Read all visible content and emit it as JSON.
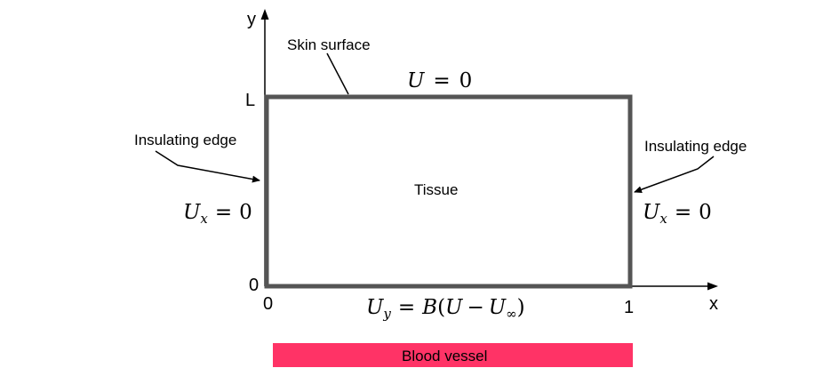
{
  "axes": {
    "x_label": "x",
    "y_label": "y",
    "x_tick_0": "0",
    "x_tick_1": "1",
    "y_tick_0": "0",
    "y_tick_L": "L"
  },
  "region_label": "Tissue",
  "annotations": {
    "skin_surface": "Skin surface",
    "insulating_left": "Insulating edge",
    "insulating_right": "Insulating edge"
  },
  "boundary_conditions": {
    "top": {
      "lhs": "U",
      "rhs": "0"
    },
    "left": {
      "var": "U",
      "sub": "x",
      "rhs": "0"
    },
    "right": {
      "var": "U",
      "sub": "x",
      "rhs": "0"
    },
    "bottom": {
      "var": "U",
      "sub": "y",
      "rhs_coef": "B",
      "inner_var": "U",
      "inner_var2": "U",
      "inner_sub": "∞"
    }
  },
  "blood_vessel": {
    "label": "Blood vessel",
    "color": "#ff3366"
  },
  "colors": {
    "domain_border": "#555555",
    "axis": "#000000"
  }
}
